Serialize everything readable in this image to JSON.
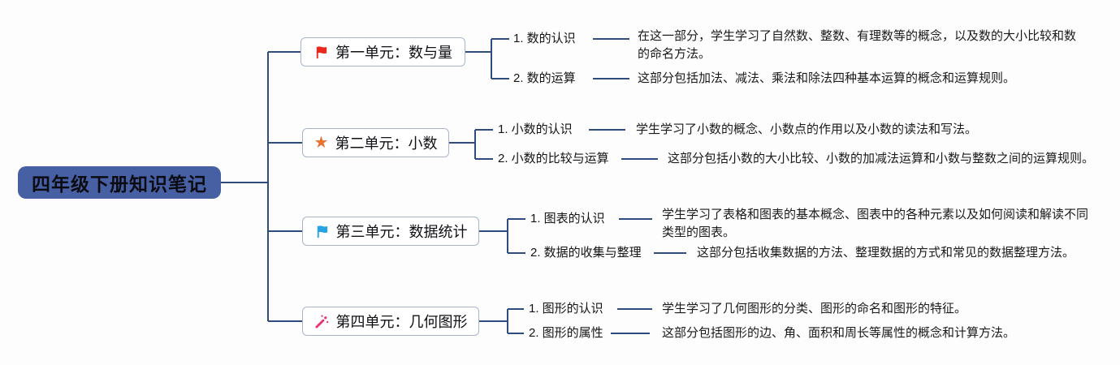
{
  "root": {
    "title": "四年级下册知识笔记"
  },
  "branches": [
    {
      "label": "第一单元：数与量",
      "icon": "flag-icon",
      "icon_color": "#e8291c",
      "children": [
        {
          "label": "1. 数的认识",
          "desc": "在这一部分，学生学习了自然数、整数、有理数等的概念，以及数的大小比较和数的命名方法。"
        },
        {
          "label": "2. 数的运算",
          "desc": "这部分包括加法、减法、乘法和除法四种基本运算的概念和运算规则。"
        }
      ]
    },
    {
      "label": "第二单元：小数",
      "icon": "star-icon",
      "icon_glyph": "★",
      "icon_color": "#e87230",
      "children": [
        {
          "label": "1. 小数的认识",
          "desc": "学生学习了小数的概念、小数点的作用以及小数的读法和写法。"
        },
        {
          "label": "2. 小数的比较与运算",
          "desc": "这部分包括小数的大小比较、小数的加减法运算和小数与整数之间的运算规则。"
        }
      ]
    },
    {
      "label": "第三单元：数据统计",
      "icon": "flag-icon",
      "icon_color": "#29a3e3",
      "children": [
        {
          "label": "1. 图表的认识",
          "desc": "学生学习了表格和图表的基本概念、图表中的各种元素以及如何阅读和解读不同类型的图表。"
        },
        {
          "label": "2. 数据的收集与整理",
          "desc": "这部分包括收集数据的方法、整理数据的方式和常见的数据整理方法。"
        }
      ]
    },
    {
      "label": "第四单元：几何图形",
      "icon": "magic-wand-icon",
      "icon_color": "#e8356d",
      "children": [
        {
          "label": "1. 图形的认识",
          "desc": "学生学习了几何图形的分类、图形的命名和图形的特征。"
        },
        {
          "label": "2. 图形的属性",
          "desc": "这部分包括图形的边、角、面积和周长等属性的概念和计算方法。"
        }
      ]
    }
  ],
  "colors": {
    "connector_line": "#2f4c7e",
    "root_bg": "#4760a4",
    "node_border": "#a9b4cc",
    "node_bg": "#ffffff",
    "text": "#141414"
  }
}
